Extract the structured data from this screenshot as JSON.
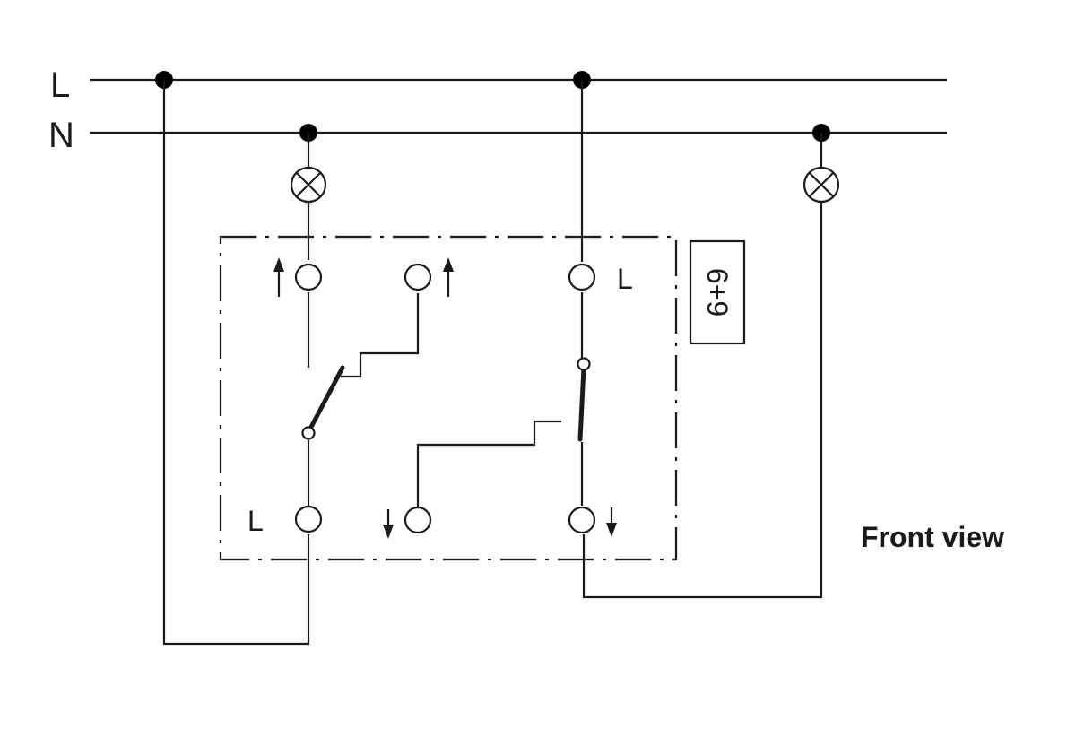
{
  "rails": {
    "live": "L",
    "neutral": "N"
  },
  "terminal_labels": {
    "right_top": "L",
    "left_bottom": "L"
  },
  "switch_code": "6+9",
  "caption": "Front view"
}
